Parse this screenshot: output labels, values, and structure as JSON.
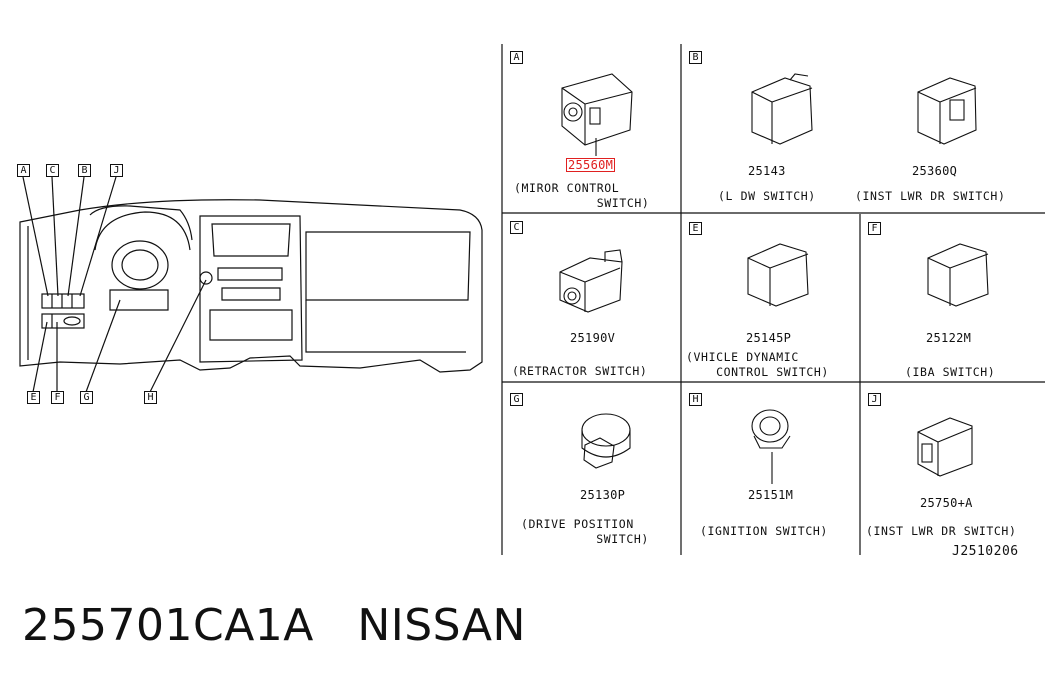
{
  "diagram": {
    "reference_code": "J2510206",
    "callouts_top": [
      "A",
      "C",
      "B",
      "J"
    ],
    "callouts_bottom": [
      "E",
      "F",
      "G",
      "H"
    ],
    "cells": [
      {
        "letter": "A",
        "part_number": "25560M",
        "description": "(MIROR CONTROL\n           SWITCH)",
        "highlighted": true
      },
      {
        "letter": "B",
        "part_number": "25143",
        "description": "(L DW SWITCH)",
        "highlighted": false
      },
      {
        "letter": "",
        "part_number": "25360Q",
        "description": "(INST LWR DR SWITCH)",
        "highlighted": false
      },
      {
        "letter": "C",
        "part_number": "25190V",
        "description": "(RETRACTOR SWITCH)",
        "highlighted": false
      },
      {
        "letter": "E",
        "part_number": "25145P",
        "description": "(VHICLE DYNAMIC\n    CONTROL SWITCH)",
        "highlighted": false
      },
      {
        "letter": "F",
        "part_number": "25122M",
        "description": "(IBA SWITCH)",
        "highlighted": false
      },
      {
        "letter": "G",
        "part_number": "25130P",
        "description": "(DRIVE POSITION\n          SWITCH)",
        "highlighted": false
      },
      {
        "letter": "H",
        "part_number": "25151M",
        "description": "(IGNITION SWITCH)",
        "highlighted": false
      },
      {
        "letter": "J",
        "part_number": "25750+A",
        "description": "(INST LWR DR SWITCH)",
        "highlighted": false
      }
    ],
    "highlight_color": "#e02020"
  },
  "caption": {
    "part_number": "255701CA1A",
    "brand": "NISSAN"
  }
}
